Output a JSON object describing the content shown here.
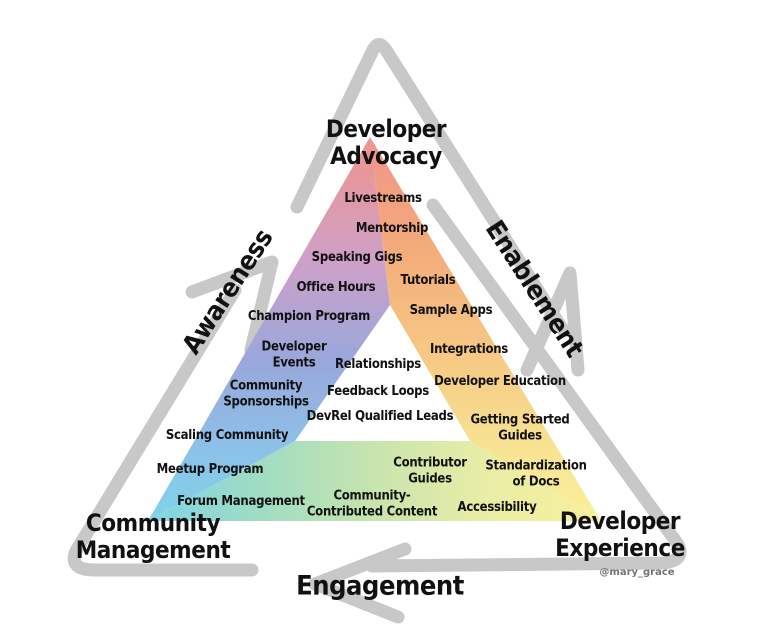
{
  "corners": {
    "top": "Developer\nAdvocacy",
    "bottom_left": "Community\nManagement",
    "bottom_right": "Developer\nExperience"
  },
  "edges": {
    "left": "Awareness",
    "right": "Enablement",
    "bottom": "Engagement"
  },
  "items": {
    "left_column": [
      "Livestreams",
      "Mentorship",
      "Speaking Gigs",
      "Office Hours",
      "Champion Program",
      "Developer\nEvents",
      "Community\nSponsorships",
      "Scaling Community",
      "Meetup Program",
      "Forum Management"
    ],
    "center": [
      "Relationships",
      "Feedback Loops",
      "DevRel Qualified Leads"
    ],
    "right_column": [
      "Tutorials",
      "Sample Apps",
      "Integrations",
      "Developer Education",
      "Getting Started\nGuides",
      "Standardization\nof Docs",
      "Accessibility"
    ],
    "bottom_row": [
      "Contributor\nGuides",
      "Community-\nContributed Content"
    ]
  },
  "watermark": "@mary_grace",
  "colors": {
    "arrow_gray": "#c8c8c8",
    "watermark_gray": "#757575",
    "triangle_apex_salmon": "#f0938a",
    "triangle_mauve": "#cfa0c8",
    "triangle_periwinkle": "#9aa7db",
    "triangle_blue": "#8cc2e9",
    "triangle_cyan": "#7fd3e8",
    "triangle_orange": "#f3aa7b",
    "triangle_sand": "#f6ca84",
    "triangle_pale_yellow": "#f8e795",
    "triangle_yellow": "#f9f09b",
    "triangle_teal_green": "#9edcc4",
    "triangle_green": "#c8e4ae",
    "triangle_yellow_green": "#e8eda6"
  }
}
